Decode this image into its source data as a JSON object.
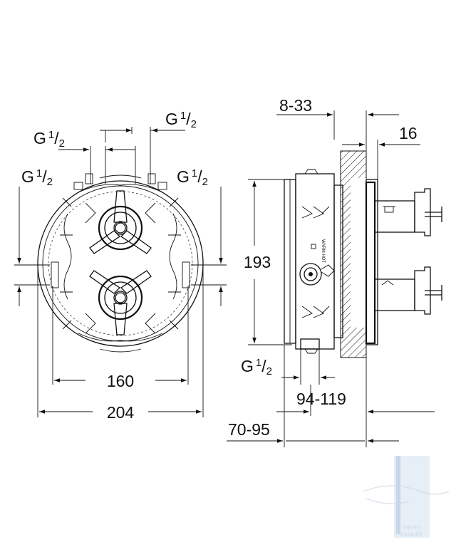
{
  "front_view": {
    "dims": {
      "port_top_right": {
        "prefix": "G",
        "num": "1",
        "den": "2"
      },
      "port_top_left": {
        "prefix": "G",
        "num": "1",
        "den": "2"
      },
      "port_side_left": {
        "prefix": "G",
        "num": "1",
        "den": "2"
      },
      "port_side_right": {
        "prefix": "G",
        "num": "1",
        "den": "2"
      },
      "inner_width": "160",
      "outer_width": "204"
    }
  },
  "side_view": {
    "dims": {
      "wall_range": "8-33",
      "handle_offset": "16",
      "height": "193",
      "port_bottom": {
        "prefix": "G",
        "num": "1",
        "den": "2"
      },
      "depth_range": "94-119",
      "body_range": "70-95"
    },
    "body_marking": "WARM HOT"
  },
  "colors": {
    "line": "#111111",
    "watermark": "#c8d4e0"
  },
  "watermark": {
    "text_line1": "vannu",
    "text_line2": "pasaule"
  }
}
